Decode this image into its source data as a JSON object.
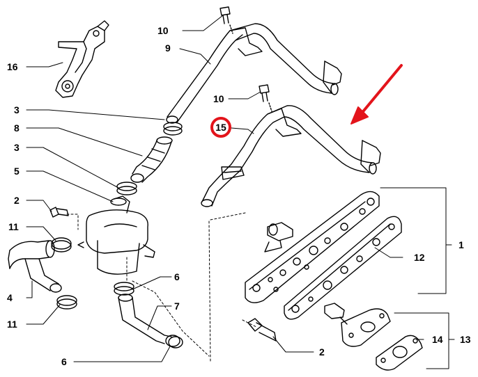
{
  "diagram": {
    "callouts": {
      "c1": "1",
      "c2a": "2",
      "c2b": "2",
      "c3a": "3",
      "c3b": "3",
      "c4": "4",
      "c5": "5",
      "c6a": "6",
      "c6b": "6",
      "c7": "7",
      "c8": "8",
      "c9": "9",
      "c10a": "10",
      "c10b": "10",
      "c11a": "11",
      "c11b": "11",
      "c12": "12",
      "c13": "13",
      "c14": "14",
      "c15": "15",
      "c16": "16"
    },
    "highlight_color": "#e3141b",
    "line_color": "#000000"
  }
}
